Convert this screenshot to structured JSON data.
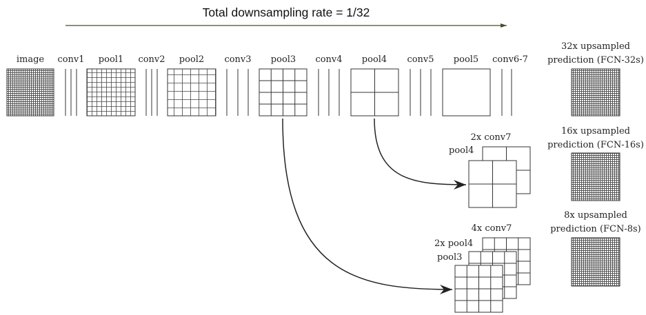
{
  "title": "Total downsampling rate = 1/32",
  "layers": {
    "image": "image",
    "conv1": "conv1",
    "pool1": "pool1",
    "conv2": "conv2",
    "pool2": "pool2",
    "conv3": "conv3",
    "pool3": "pool3",
    "conv4": "conv4",
    "pool4": "pool4",
    "conv5": "conv5",
    "pool5": "pool5",
    "conv6_7": "conv6-7"
  },
  "fcn16": {
    "conv7_label": "2x conv7",
    "pool4_label": "pool4"
  },
  "fcn8": {
    "conv7_label": "4x conv7",
    "pool4_label": "2x pool4",
    "pool3_label": "pool3"
  },
  "predictions": {
    "fcn32_line1": "32x upsampled",
    "fcn32_line2": "prediction (FCN-32s)",
    "fcn16_line1": "16x upsampled",
    "fcn16_line2": "prediction (FCN-16s)",
    "fcn8_line1": "8x upsampled",
    "fcn8_line2": "prediction (FCN-8s)"
  },
  "colors": {
    "arrow_top": "#4a4a2e",
    "lines": "#333333"
  }
}
